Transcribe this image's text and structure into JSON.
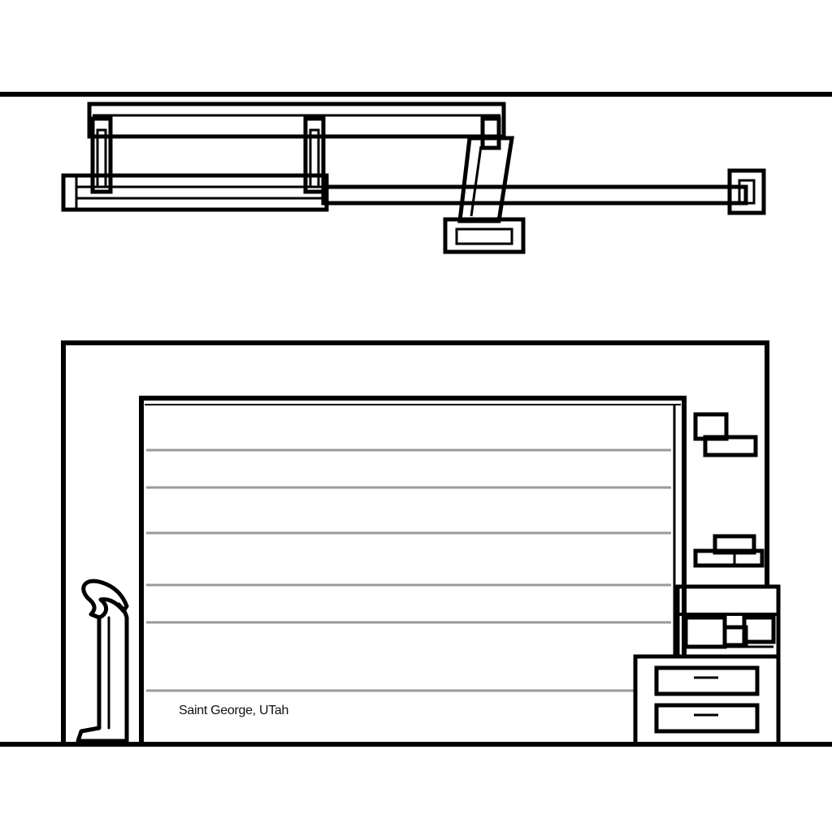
{
  "caption": "Saint George, UTah",
  "colors": {
    "background": "#ffffff",
    "line": "#000000",
    "panel_line": "#9a9a9a"
  },
  "objects": [
    "garage-door-opener-rail",
    "garage-door-opener-motor",
    "wall-bracket",
    "garage-door",
    "wall-shelf-brackets",
    "drawer-cabinet",
    "wrench-tool"
  ]
}
